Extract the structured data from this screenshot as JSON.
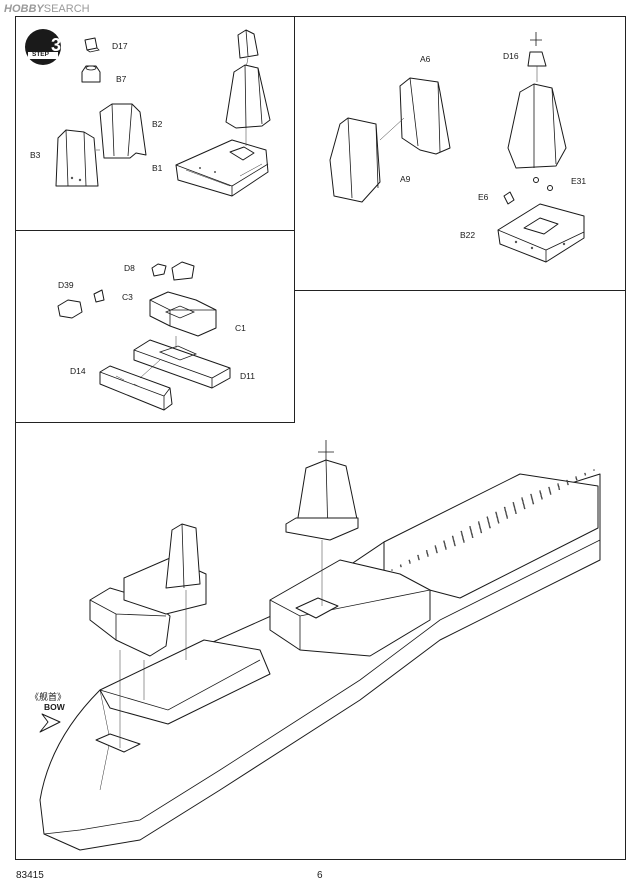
{
  "header": {
    "brand_logo": "HOBBY",
    "brand_text": "SEARCH"
  },
  "step": {
    "label": "STEP",
    "number": "3"
  },
  "panel_a": {
    "parts": [
      "D17",
      "B7",
      "B2",
      "B3",
      "B1"
    ]
  },
  "panel_b": {
    "parts": [
      "A6",
      "A9",
      "D16",
      "E31",
      "E6",
      "B22"
    ]
  },
  "panel_c": {
    "parts": [
      "D8",
      "D39",
      "C3",
      "C1",
      "D14",
      "D11"
    ]
  },
  "main": {
    "bow_cn": "《舰首》",
    "bow_en": "BOW"
  },
  "footer": {
    "code": "83415",
    "page": "6"
  }
}
